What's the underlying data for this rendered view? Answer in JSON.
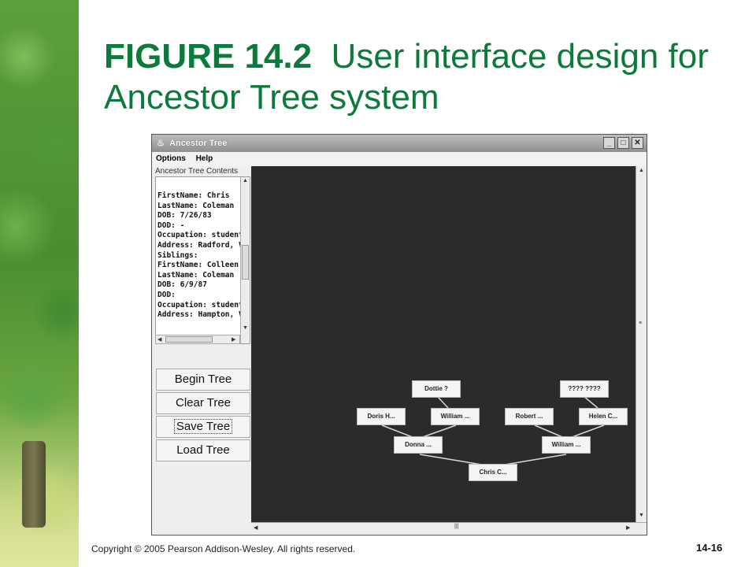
{
  "slide": {
    "title_bold": "FIGURE 14.2",
    "title_rest": "User interface design for Ancestor Tree system",
    "copyright": "Copyright © 2005 Pearson Addison-Wesley. All rights reserved.",
    "page_number": "14-16"
  },
  "window": {
    "title": "Ancestor Tree",
    "menu": [
      "Options",
      "Help"
    ],
    "contents_label": "Ancestor Tree Contents",
    "contents_lines": [
      "FirstName: Chris",
      "LastName: Coleman",
      "DOB: 7/26/83",
      "DOD: -",
      "Occupation: student",
      "Address: Radford, VA",
      "Siblings:",
      "FirstName: Colleen",
      "LastName: Coleman",
      "DOB: 6/9/87",
      "DOD:",
      "Occupation: student",
      "Address: Hampton, VA"
    ],
    "buttons": {
      "begin_tree": "Begin Tree",
      "clear_tree": "Clear Tree",
      "save_tree": "Save Tree",
      "load_tree": "Load Tree"
    }
  },
  "tree": {
    "nodes": {
      "dottie": "Dottie ?",
      "unknown": "???? ????",
      "doris": "Doris H...",
      "william_left": "William ...",
      "robert": "Robert ...",
      "helen": "Helen C...",
      "donna": "Donna ...",
      "william_right": "William ...",
      "chris": "Chris C..."
    }
  }
}
